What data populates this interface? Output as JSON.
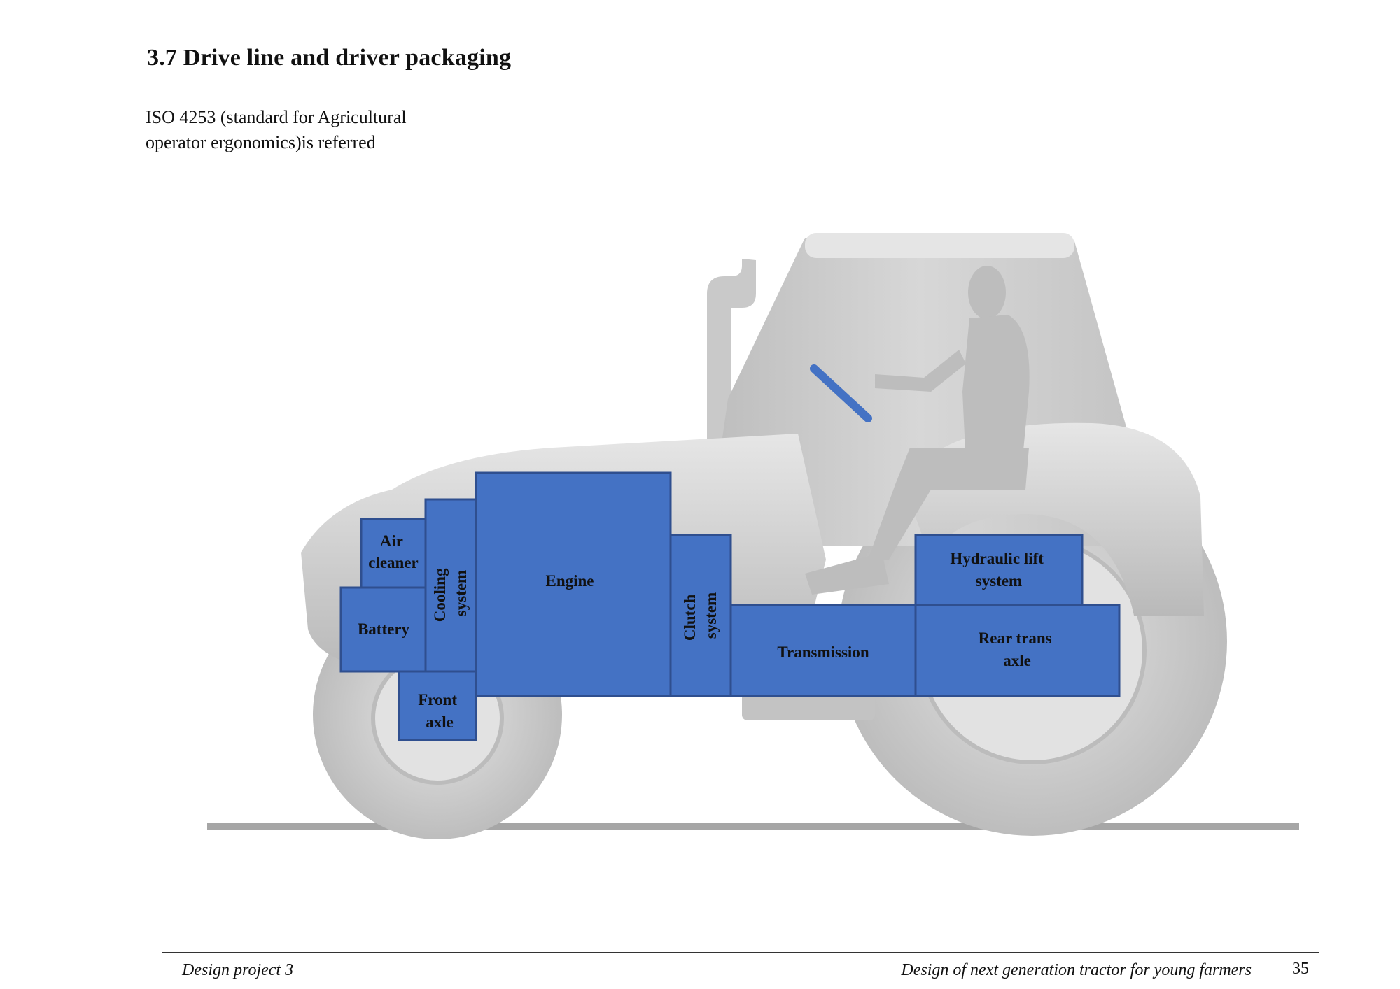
{
  "page": {
    "heading": "3.7 Drive line and driver packaging",
    "intro_lines": [
      "ISO 4253 (standard for Agricultural",
      "operator ergonomics)is referred"
    ]
  },
  "figure": {
    "block_color": "#4472c4",
    "block_border": "#2f4f8f",
    "tractor_color": "#cfcfcf",
    "ground_color": "#a6a6a6",
    "blocks": {
      "air_cleaner": [
        "Air",
        "cleaner"
      ],
      "cooling_system": [
        "Cooling",
        "system"
      ],
      "battery": [
        "Battery"
      ],
      "engine": [
        "Engine"
      ],
      "clutch_system": [
        "Clutch",
        "system"
      ],
      "front_axle": [
        "Front",
        "axle"
      ],
      "transmission": [
        "Transmission"
      ],
      "hydraulic_lift": [
        "Hydraulic lift",
        "system"
      ],
      "rear_trans_axle": [
        "Rear trans",
        "axle"
      ]
    }
  },
  "footer": {
    "left": "Design project 3",
    "right": "Design of next generation tractor for young farmers",
    "page_number": "35"
  }
}
